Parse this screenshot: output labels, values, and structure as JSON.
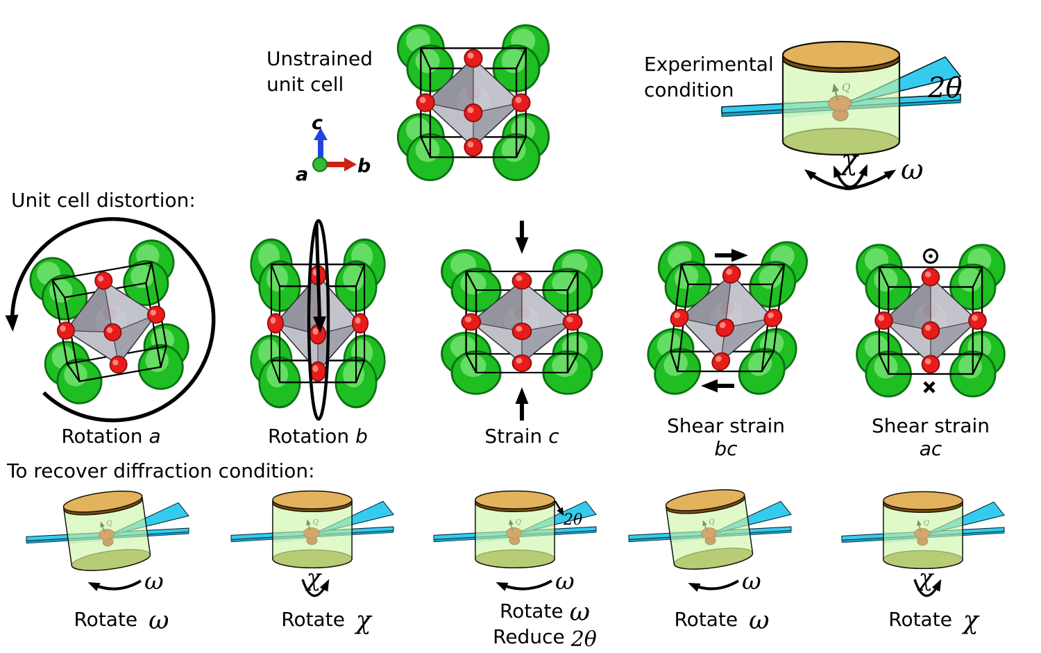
{
  "top": {
    "unstrained": {
      "line1": "Unstrained",
      "line2": "unit cell"
    },
    "axes": {
      "a": "a",
      "b": "b",
      "c": "c"
    },
    "experimental": {
      "line1": "Experimental",
      "line2": "condition"
    },
    "symbols": {
      "two_theta": "2θ",
      "chi": "χ",
      "omega": "ω",
      "q": "Q"
    }
  },
  "distortion": {
    "heading": "Unit cell distortion:",
    "panels": [
      {
        "label": "Rotation",
        "symbol": "a"
      },
      {
        "label": "Rotation",
        "symbol": "b"
      },
      {
        "label": "Strain",
        "symbol": "c"
      },
      {
        "label": "Shear strain",
        "symbol": "bc"
      },
      {
        "label": "Shear strain",
        "symbol": "ac"
      }
    ]
  },
  "recover": {
    "heading": "To recover diffraction condition:",
    "panels": [
      {
        "action": "Rotate",
        "symbol": "ω"
      },
      {
        "action": "Rotate",
        "symbol": "χ"
      },
      {
        "action": "Rotate",
        "symbol": "ω",
        "action2": "Reduce",
        "symbol2": "2θ"
      },
      {
        "action": "Rotate",
        "symbol": "ω"
      },
      {
        "action": "Rotate",
        "symbol": "χ"
      }
    ]
  },
  "icons": {
    "out_of_page": "circle-dot-icon",
    "into_page": "cross-icon"
  },
  "colors": {
    "atom_a_green": "#1fbe23",
    "atom_a_highlight": "#65dc63",
    "atom_o_red": "#e91c1c",
    "octahedron_light": "#c7c7cf",
    "octahedron_dark": "#8f8f9a",
    "cylinder_body_green": "#cbf5a4",
    "cylinder_top_tan": "#e2b35c",
    "cylinder_bottom_olive": "#99902f",
    "beam_cyan": "#35cbee",
    "axis_b": "#cc2211",
    "axis_c": "#2244dd",
    "axis_a": "#33bb33"
  }
}
